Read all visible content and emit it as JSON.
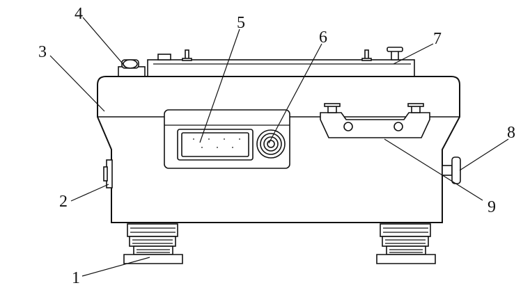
{
  "labels": {
    "n1": "1",
    "n2": "2",
    "n3": "3",
    "n4": "4",
    "n5": "5",
    "n6": "6",
    "n7": "7",
    "n8": "8",
    "n9": "9"
  },
  "colors": {
    "line": "#111111",
    "background": "#ffffff"
  }
}
